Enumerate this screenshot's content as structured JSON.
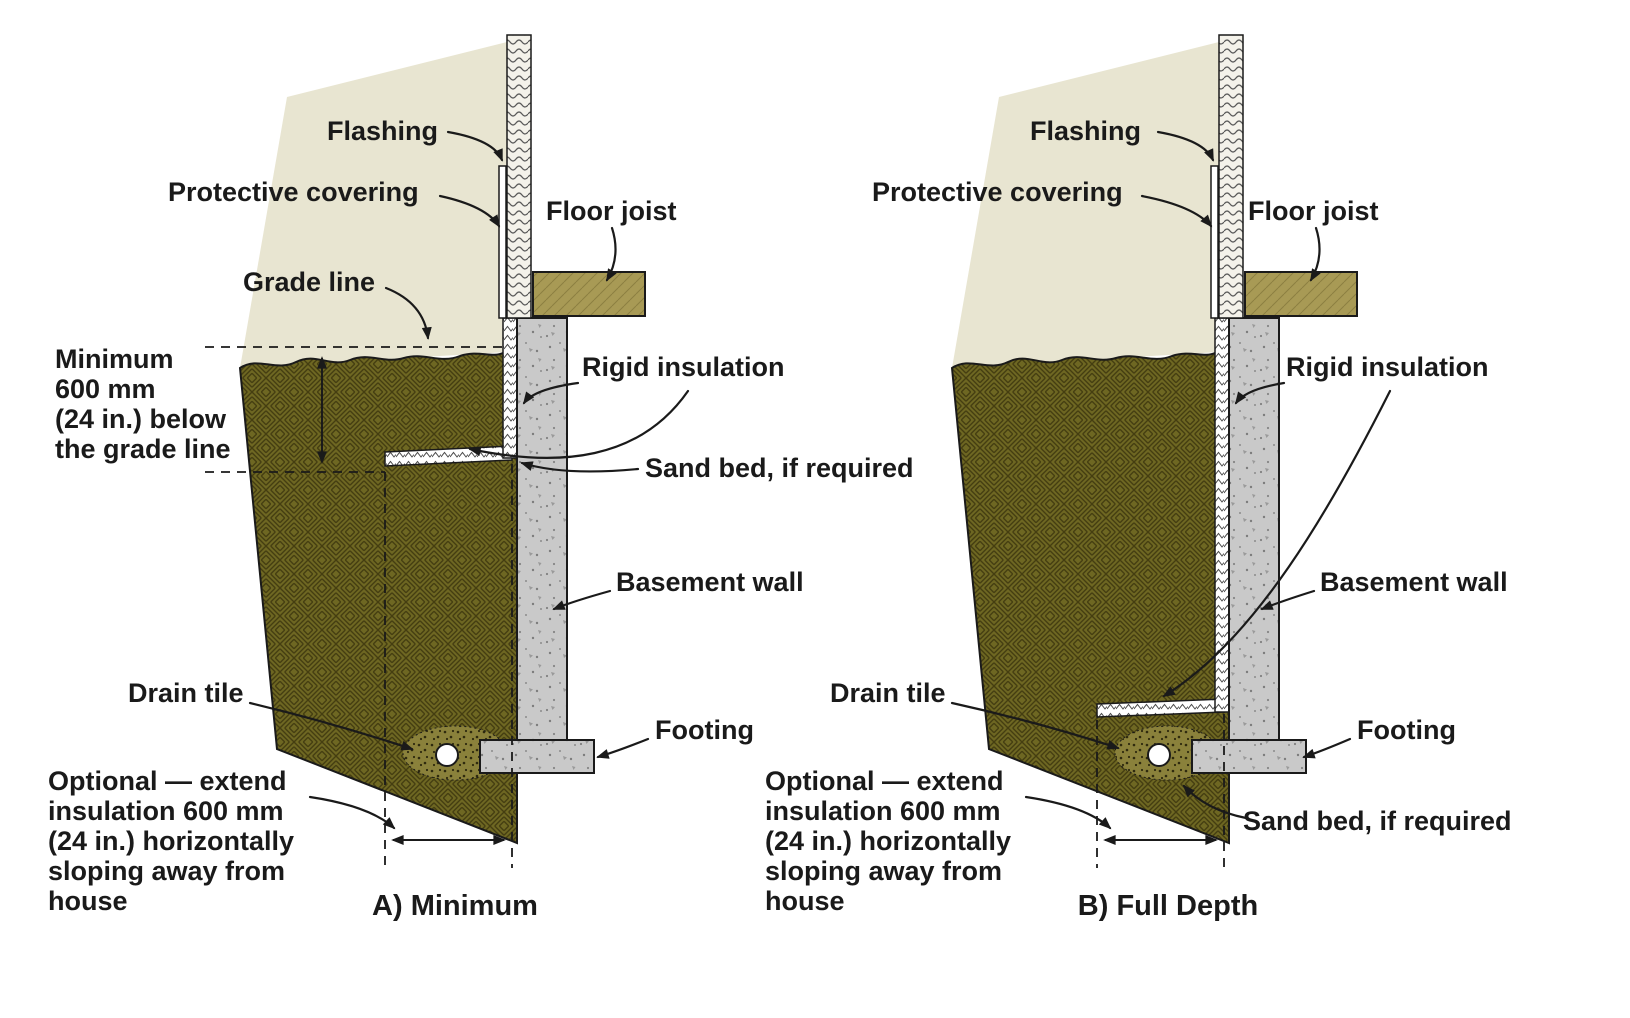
{
  "diagram": {
    "panel_a": {
      "caption": "A) Minimum",
      "flashing": "Flashing",
      "protective_covering": "Protective covering",
      "grade_line": "Grade line",
      "floor_joist": "Floor joist",
      "rigid_insulation": "Rigid insulation",
      "sand_bed": "Sand bed, if required",
      "basement_wall": "Basement wall",
      "drain_tile": "Drain tile",
      "footing": "Footing",
      "min_depth_lines": [
        "Minimum",
        "600 mm",
        "(24 in.) below",
        "the grade line"
      ],
      "optional_lines": [
        "Optional — extend",
        "insulation 600 mm",
        "(24 in.) horizontally",
        "sloping away from",
        "house"
      ]
    },
    "panel_b": {
      "caption": "B) Full Depth",
      "flashing": "Flashing",
      "protective_covering": "Protective covering",
      "floor_joist": "Floor joist",
      "rigid_insulation": "Rigid insulation",
      "basement_wall": "Basement wall",
      "drain_tile": "Drain tile",
      "footing": "Footing",
      "sand_bed": "Sand bed, if required",
      "optional_lines": [
        "Optional — extend",
        "insulation 600 mm",
        "(24 in.) horizontally",
        "sloping away from",
        "house"
      ]
    },
    "colors": {
      "soil": "#6e6722",
      "soil_hatch": "#453e11",
      "concrete": "#c9c9c9",
      "wood": "#a89a55",
      "backdrop": "#e8e5d1",
      "gravel": "#8a813b",
      "line": "#1a1a1a",
      "insulation": "#ffffff"
    }
  }
}
